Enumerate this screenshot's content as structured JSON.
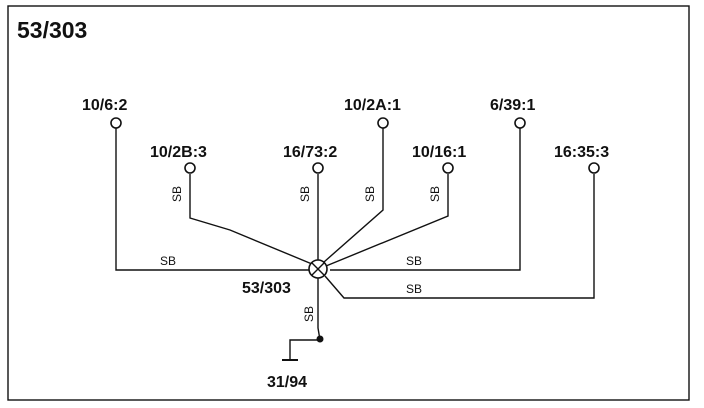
{
  "diagram": {
    "title": "53/303",
    "splice": "53/303",
    "ground": "31/94",
    "connectors": [
      "10/6:2",
      "10/2B:3",
      "16/73:2",
      "10/2A:1",
      "10/16:1",
      "6/39:1",
      "16:35:3"
    ],
    "wire_color": "SB"
  }
}
